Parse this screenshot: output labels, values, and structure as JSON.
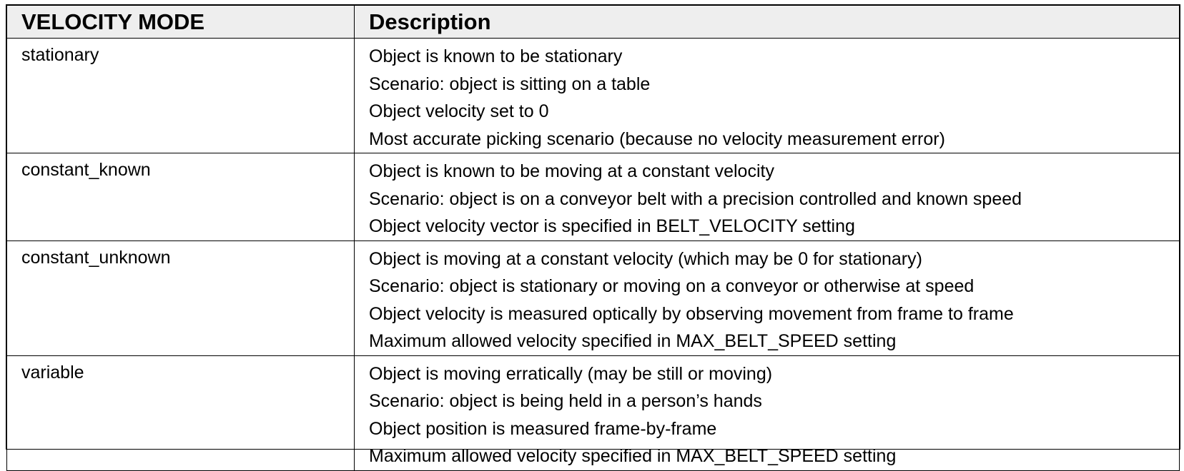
{
  "table": {
    "headers": {
      "mode": "VELOCITY MODE",
      "description": "Description"
    },
    "rows": [
      {
        "mode": "stationary",
        "lines": [
          "Object is known to be stationary",
          "Scenario: object is sitting on a table",
          "Object velocity set to 0",
          "Most accurate picking scenario (because no velocity measurement error)"
        ]
      },
      {
        "mode": "constant_known",
        "lines": [
          "Object is known to be moving at a constant velocity",
          "Scenario: object is on a conveyor belt with a precision controlled and known speed",
          "Object velocity vector is specified in BELT_VELOCITY setting"
        ]
      },
      {
        "mode": "constant_unknown",
        "lines": [
          "Object is moving at a constant velocity (which may be 0 for stationary)",
          "Scenario: object is stationary or moving on a conveyor or otherwise at speed",
          "Object velocity is measured optically by observing movement from frame to frame",
          "Maximum allowed velocity specified in MAX_BELT_SPEED setting"
        ]
      },
      {
        "mode": "variable",
        "lines": [
          "Object is moving erratically (may be still or moving)",
          "Scenario: object is being held in a person’s hands",
          "Object position is measured frame-by-frame",
          "Maximum allowed velocity specified in MAX_BELT_SPEED setting"
        ]
      }
    ]
  }
}
